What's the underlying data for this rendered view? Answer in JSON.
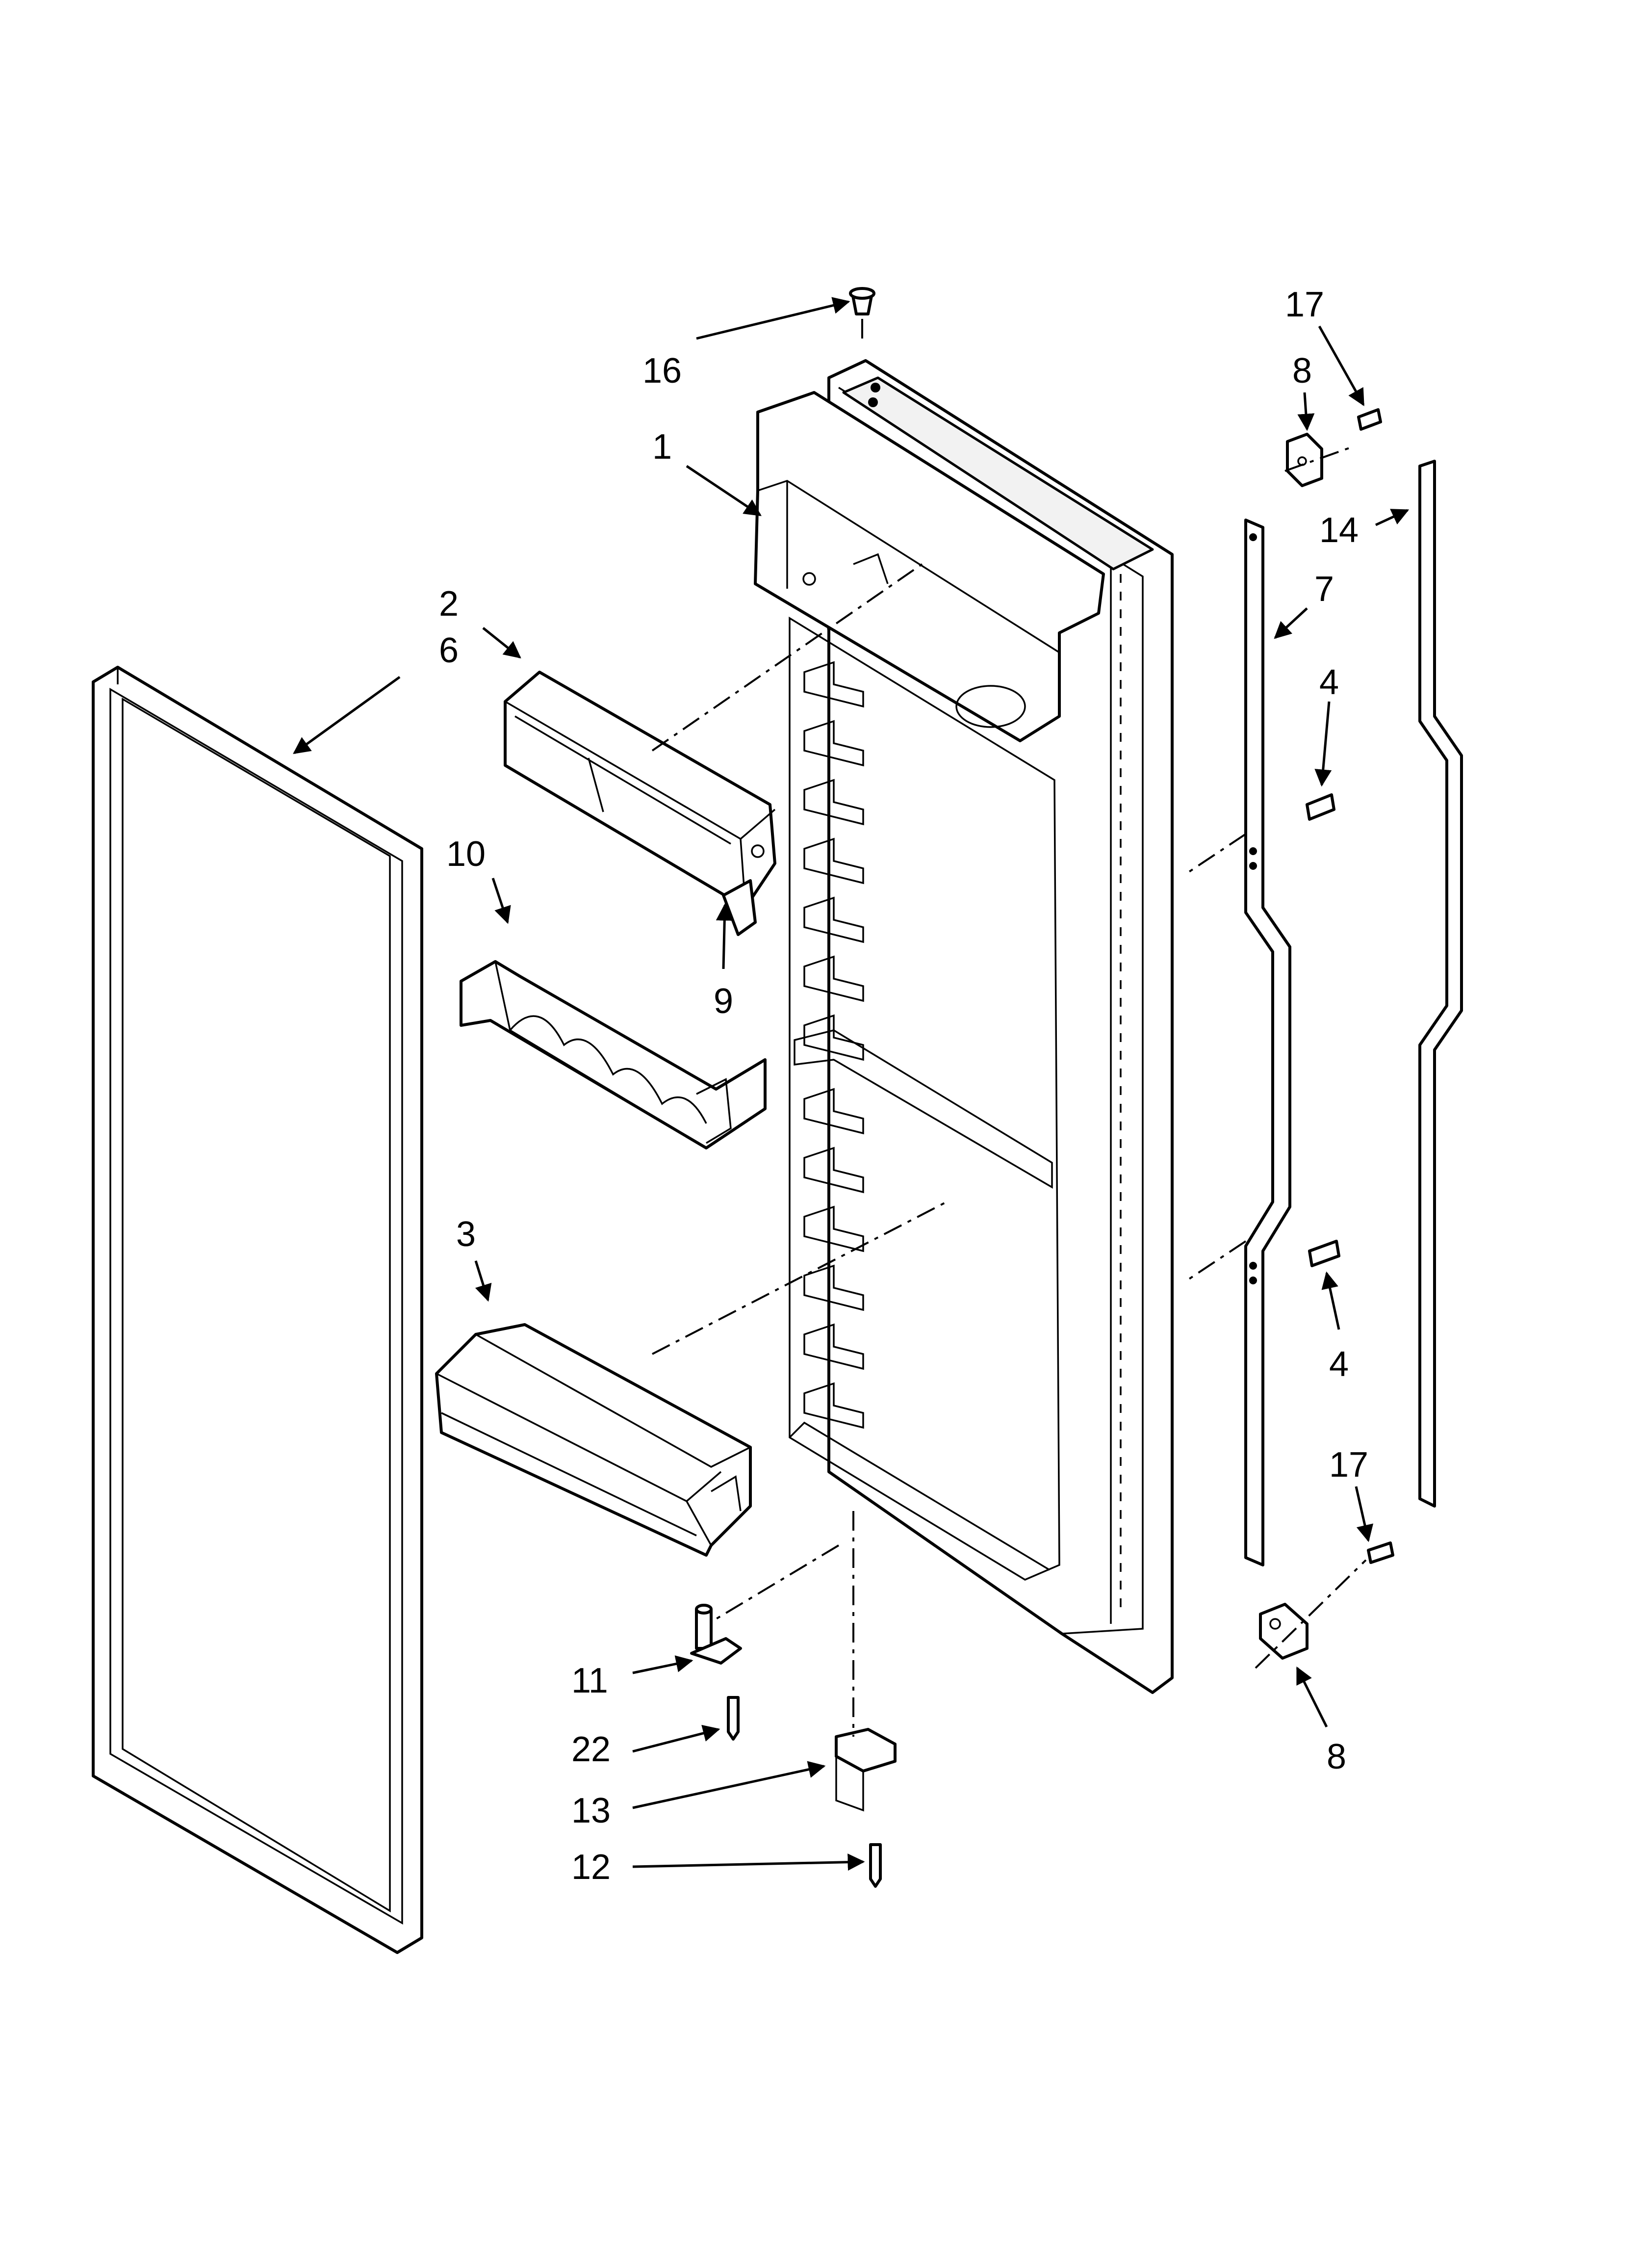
{
  "callouts": {
    "p1": "1",
    "p2": "2",
    "p3": "3",
    "p4a": "4",
    "p4b": "4",
    "p6": "6",
    "p7": "7",
    "p8a": "8",
    "p8b": "8",
    "p9": "9",
    "p10": "10",
    "p11": "11",
    "p12": "12",
    "p13": "13",
    "p14": "14",
    "p16": "16",
    "p17a": "17",
    "p17b": "17",
    "p22": "22"
  }
}
